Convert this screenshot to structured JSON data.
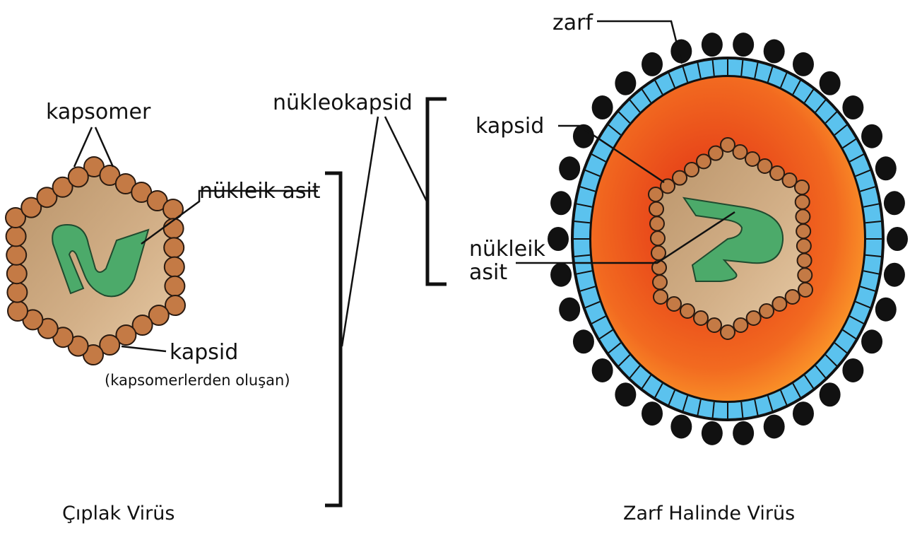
{
  "naked_virus": {
    "title": "Çıplak Virüs",
    "labels": {
      "capsomer": "kapsomer",
      "nucleic_acid": "nükleik asit",
      "capsid": "kapsid",
      "capsid_note": "(kapsomerlerden oluşan)"
    }
  },
  "nucleocapsid_label": "nükleokapsid",
  "enveloped_virus": {
    "title": "Zarf Halinde Virüs",
    "labels": {
      "envelope": "zarf",
      "capsid": "kapsid",
      "nucleic_acid_line1": "nükleik",
      "nucleic_acid_line2": "asit"
    }
  },
  "colors": {
    "capsomer": "#c47a45",
    "capsid_fill": "#c9a57a",
    "nucleic_acid": "#4caa6a",
    "envelope": "#5bc2ee",
    "spike": "#111111",
    "inner_orange": "#f0641e"
  }
}
